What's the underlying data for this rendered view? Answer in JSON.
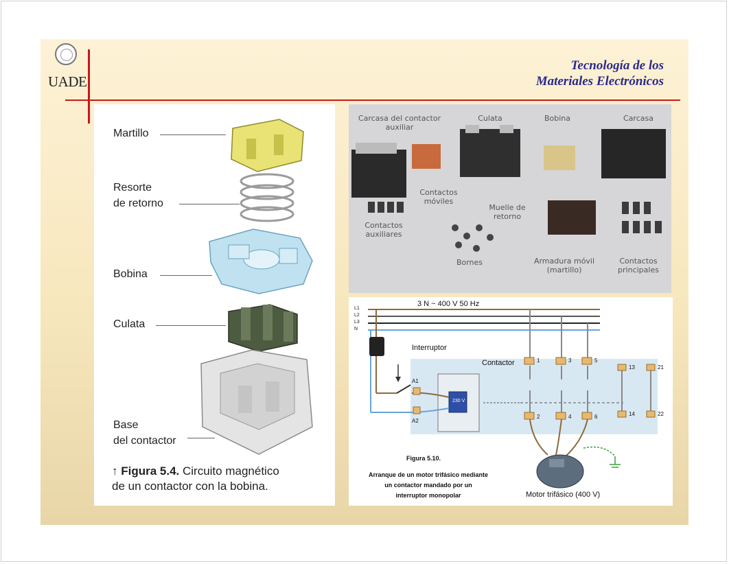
{
  "header": {
    "logo_text": "UADE",
    "title_line1": "Tecnología de los",
    "title_line2": "Materiales Electrónicos"
  },
  "left_figure": {
    "labels": {
      "martillo": "Martillo",
      "resorte1": "Resorte",
      "resorte2": "de retorno",
      "bobina": "Bobina",
      "culata": "Culata",
      "base1": "Base",
      "base2": "del contactor"
    },
    "caption_arrow": "↑",
    "caption_bold": "Figura 5.4.",
    "caption_rest": " Circuito magnético",
    "caption_line2": "de un contactor con la bobina."
  },
  "photo": {
    "labels": {
      "carcasa_aux1": "Carcasa del contactor",
      "carcasa_aux2": "auxiliar",
      "culata": "Culata",
      "bobina": "Bobina",
      "carcasa": "Carcasa",
      "contactos_moviles1": "Contactos",
      "contactos_moviles2": "móviles",
      "muelle1": "Muelle de",
      "muelle2": "retorno",
      "contactos_aux1": "Contactos",
      "contactos_aux2": "auxiliares",
      "bornes": "Bornes",
      "armadura1": "Armadura móvil",
      "armadura2": "(martillo)",
      "contactos_pri1": "Contactos",
      "contactos_pri2": "principales"
    }
  },
  "circuit": {
    "supply": "3 N ~ 400 V  50 Hz",
    "lines": [
      "L1",
      "L2",
      "L3",
      "N"
    ],
    "interruptor": "Interruptor",
    "contactor": "Contactor",
    "a1": "A1",
    "a2": "A2",
    "coil_voltage": "230 V",
    "terminals_top": [
      "1",
      "3",
      "5",
      "13",
      "21"
    ],
    "terminals_bottom": [
      "2",
      "4",
      "6",
      "14",
      "22"
    ],
    "figure_num": "Figura 5.10.",
    "figure_cap1": "Arranque de un motor trifásico mediante",
    "figure_cap2": "un contactor mandado por un",
    "figure_cap3": "interruptor monopolar",
    "motor": "Motor trifásico (400 V)"
  }
}
